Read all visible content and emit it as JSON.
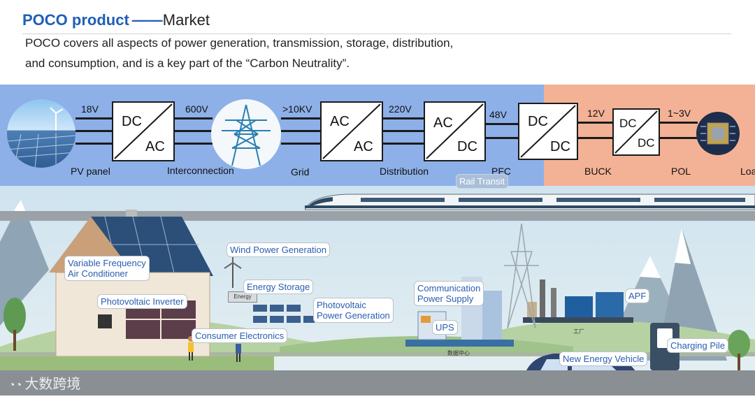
{
  "header": {
    "title_brand": "POCO product",
    "title_dash": "——",
    "title_topic": "Market",
    "desc_line1": "POCO covers all aspects of power generation, transmission, storage, distribution,",
    "desc_line2": "and consumption, and is a key part of the  “Carbon Neutrality”."
  },
  "chain": {
    "voltages": [
      "18V",
      "600V",
      ">10KV",
      "220V",
      "48V",
      "12V",
      "1~3V"
    ],
    "stage_labels": [
      "PV panel",
      "Interconnection",
      "Grid",
      "Distribution",
      "PFC",
      "BUCK",
      "POL",
      "Load"
    ],
    "converters": [
      {
        "top": "DC",
        "bottom": "AC"
      },
      {
        "top": "AC",
        "bottom": "AC"
      },
      {
        "top": "AC",
        "bottom": "DC"
      },
      {
        "top": "DC",
        "bottom": "DC"
      },
      {
        "top": "DC",
        "bottom": "DC"
      }
    ]
  },
  "scene": {
    "tags": [
      "Rail Transit",
      "Wind Power Generation",
      "Variable Frequency\nAir Conditioner",
      "Energy Storage",
      "Photovoltaic Inverter",
      "Photovoltaic\nPower Generation",
      "Communication\nPower Supply",
      "UPS",
      "APF",
      "Consumer Electronics",
      "Charging Pile",
      "New Energy Vehicle"
    ],
    "small_labels": {
      "storage_box": "Energy",
      "factory": "工厂",
      "datacenter": "数据中心"
    },
    "watermark": "大数跨境"
  },
  "colors": {
    "brand": "#1f5fb8",
    "band_blue": "#8db0e8",
    "band_orange": "#f3b296",
    "tag_text": "#2a5db0"
  }
}
